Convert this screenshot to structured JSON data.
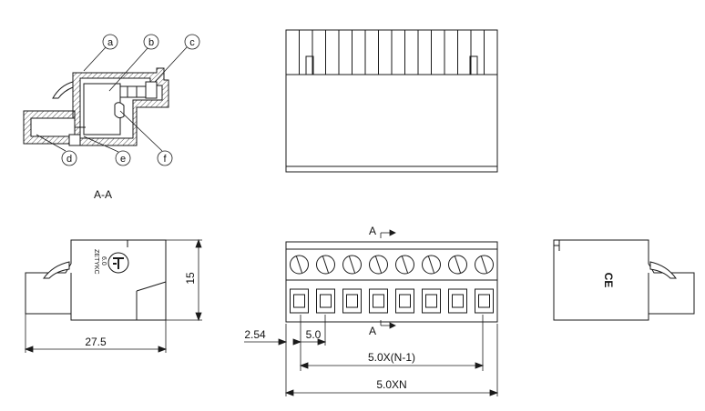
{
  "section": {
    "title": "A-A"
  },
  "callouts": [
    "a",
    "b",
    "c",
    "d",
    "e",
    "f"
  ],
  "section_markers": {
    "top": "A",
    "bottom": "A"
  },
  "dimensions": {
    "height": "15",
    "depth": "27.5",
    "offset": "2.54",
    "pitch": "5.0",
    "inner_span": "5.0X(N-1)",
    "total_width": "5.0XN"
  },
  "side_view": {
    "brand": "ZETYKC",
    "version": "6.0"
  },
  "right_view": {
    "mark": "CE"
  },
  "pin_count": 8,
  "colors": {
    "line": "#1a1a1a",
    "hatch": "#555555"
  }
}
